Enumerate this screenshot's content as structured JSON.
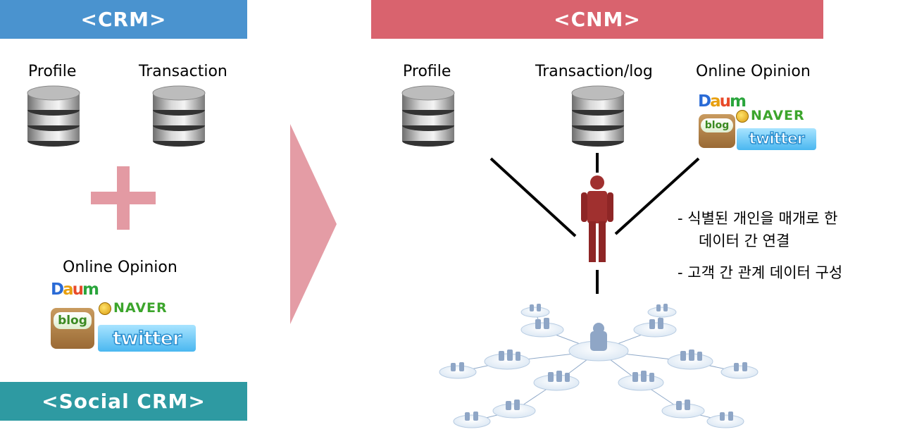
{
  "crm": {
    "title": "<CRM>",
    "profile_label": "Profile",
    "transaction_label": "Transaction",
    "online_label": "Online Opinion",
    "footer": "<Social CRM>",
    "color": "#4a93cf",
    "footer_color": "#2e9aa2"
  },
  "cnm": {
    "title": "<CNM>",
    "profile_label": "Profile",
    "transaction_label": "Transaction/log",
    "online_label": "Online Opinion",
    "color": "#d9636e",
    "bullets": [
      "- 식별된 개인을 매개로 한",
      "데이터 간 연결",
      "- 고객 간 관계 데이터 구성"
    ]
  },
  "logos": {
    "daum": [
      "D",
      "a",
      "u",
      "m"
    ],
    "naver": "NAVER",
    "blog": "blog",
    "twitter": "twitter"
  },
  "icons": {
    "database": "database-icon",
    "plus": "plus-icon",
    "arrow": "arrow-right-icon",
    "person": "person-icon",
    "network": "social-network-icon"
  }
}
